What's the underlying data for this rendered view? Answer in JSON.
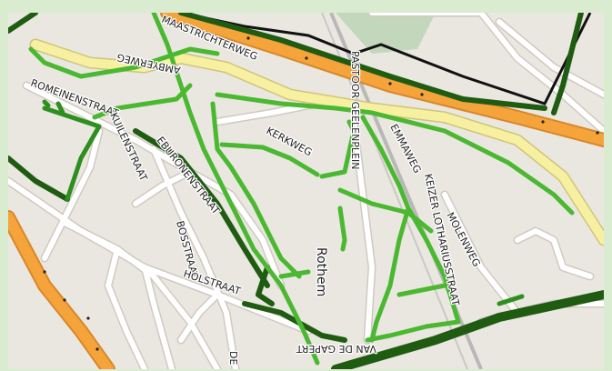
{
  "map": {
    "place_label": "Rothem",
    "street_labels": {
      "maastrichterweg": "MAASTRICHTERWEG",
      "ambyerweg": "AMBYERWEG",
      "pastoor_geelenplein": "PASTOOR GEELENPLEIN",
      "romeinenstraat": "ROMEINENSTRAAT",
      "kuilenstraat": "KUILENSTRAAT",
      "eburonenstraat": "EBURONENSTRAAT",
      "kerkweg": "KERKWEG",
      "emmaweg": "EMMAWEG",
      "keizer_lotharius": "KEIZER LOTHARIUSSTRAAT",
      "molenweg": "MOLENWEG",
      "bosstraat": "BOSSTRAAT",
      "holstraat": "HOLSTRAAT",
      "van_de_gapert": "VAN DE GAPERT",
      "de_partial": "DE"
    },
    "colors": {
      "background": "#eae7e0",
      "frame": "#d9ecd0",
      "minor_road": "#ffffff",
      "road_casing": "#c9c4bb",
      "primary_road": "#f4a43a",
      "secondary_road": "#f6f0a0",
      "highlight_light": "#4ab830",
      "highlight_mid": "#2e8f1f",
      "highlight_dark": "#1f5c12",
      "boundary": "#111111",
      "railway": "#b8b8b8",
      "green_area": "#b9d3b4"
    }
  }
}
